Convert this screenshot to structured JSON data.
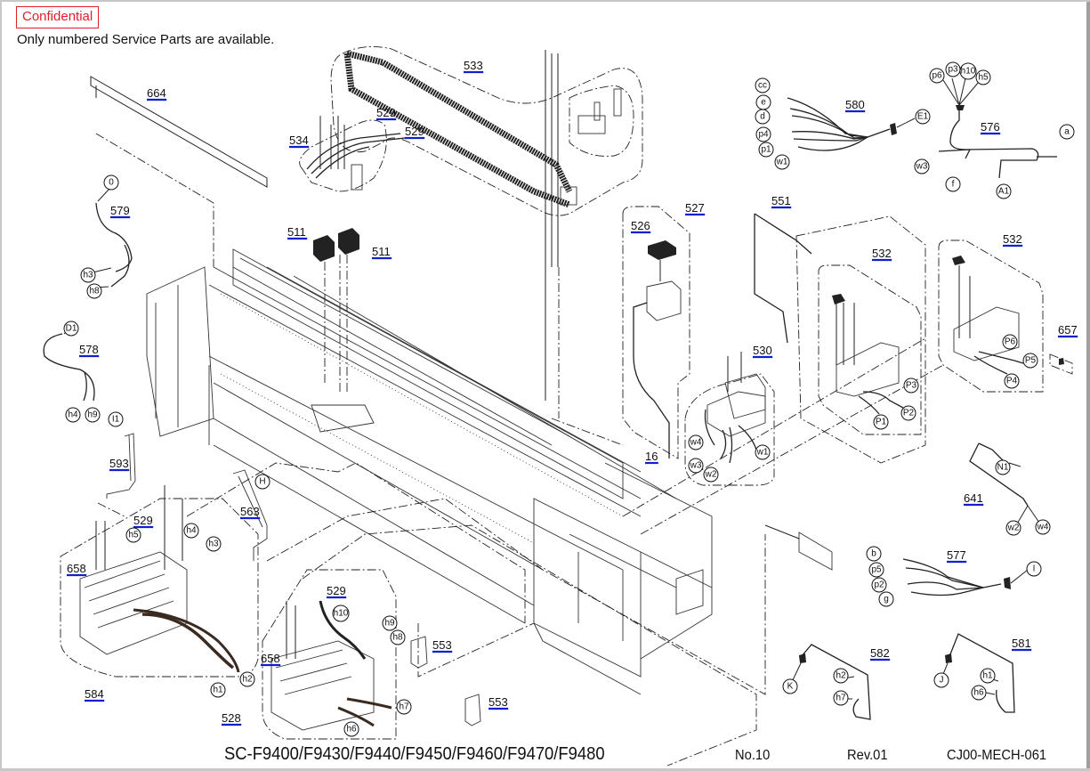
{
  "header": {
    "confidential_label": "Confidential",
    "notice": "Only numbered Service Parts are available."
  },
  "footer": {
    "models": "SC-F9400/F9430/F9440/F9450/F9460/F9470/F9480",
    "page_no": "No.10",
    "revision": "Rev.01",
    "doc_code": "CJ00-MECH-061"
  },
  "colors": {
    "confidential": "#e0202a",
    "part_underline": "#1020d0",
    "line": "#222222"
  },
  "parts": [
    {
      "id": "p664",
      "number": "664"
    },
    {
      "id": "p533",
      "number": "533"
    },
    {
      "id": "p534",
      "number": "534"
    },
    {
      "id": "p529a",
      "number": "529"
    },
    {
      "id": "p529b",
      "number": "529"
    },
    {
      "id": "p511a",
      "number": "511"
    },
    {
      "id": "p511b",
      "number": "511"
    },
    {
      "id": "p580",
      "number": "580"
    },
    {
      "id": "p576",
      "number": "576"
    },
    {
      "id": "p579",
      "number": "579"
    },
    {
      "id": "p578",
      "number": "578"
    },
    {
      "id": "p593",
      "number": "593"
    },
    {
      "id": "p526",
      "number": "526"
    },
    {
      "id": "p527",
      "number": "527"
    },
    {
      "id": "p551",
      "number": "551"
    },
    {
      "id": "p532a",
      "number": "532"
    },
    {
      "id": "p532b",
      "number": "532"
    },
    {
      "id": "p657",
      "number": "657"
    },
    {
      "id": "p530",
      "number": "530"
    },
    {
      "id": "p16",
      "number": "16"
    },
    {
      "id": "p641",
      "number": "641"
    },
    {
      "id": "p563",
      "number": "563"
    },
    {
      "id": "p529c",
      "number": "529"
    },
    {
      "id": "p658a",
      "number": "658"
    },
    {
      "id": "p584",
      "number": "584"
    },
    {
      "id": "p529d",
      "number": "529"
    },
    {
      "id": "p658b",
      "number": "658"
    },
    {
      "id": "p553a",
      "number": "553"
    },
    {
      "id": "p553b",
      "number": "553"
    },
    {
      "id": "p528",
      "number": "528"
    },
    {
      "id": "p577",
      "number": "577"
    },
    {
      "id": "p582",
      "number": "582"
    },
    {
      "id": "p581",
      "number": "581"
    }
  ],
  "connectors": {
    "harness_580": [
      "cc",
      "e",
      "d",
      "p4",
      "p1",
      "w1",
      "E1"
    ],
    "harness_576": [
      "p6",
      "p3",
      "h10",
      "h5",
      "w3",
      "f",
      "A1",
      "a"
    ],
    "harness_579": [
      "0",
      "h3",
      "h8"
    ],
    "harness_578": [
      "D1",
      "h4",
      "h9"
    ],
    "harness_593": [
      "I1"
    ],
    "harness_563": [
      "H"
    ],
    "assembly_584": [
      "h5",
      "h4",
      "h3",
      "h1",
      "h2"
    ],
    "assembly_528": [
      "h10",
      "h9",
      "h8",
      "h7",
      "h6"
    ],
    "assembly_530": [
      "w4",
      "w3",
      "w2",
      "w1"
    ],
    "assembly_532_left": [
      "P3",
      "P2",
      "P1"
    ],
    "assembly_532_right": [
      "P6",
      "P5",
      "P4"
    ],
    "harness_641": [
      "N1",
      "w2",
      "w4"
    ],
    "harness_577": [
      "b",
      "p5",
      "p2",
      "g",
      "I"
    ],
    "harness_582": [
      "K",
      "h2",
      "h7"
    ],
    "harness_581": [
      "J",
      "h1",
      "h6"
    ]
  }
}
